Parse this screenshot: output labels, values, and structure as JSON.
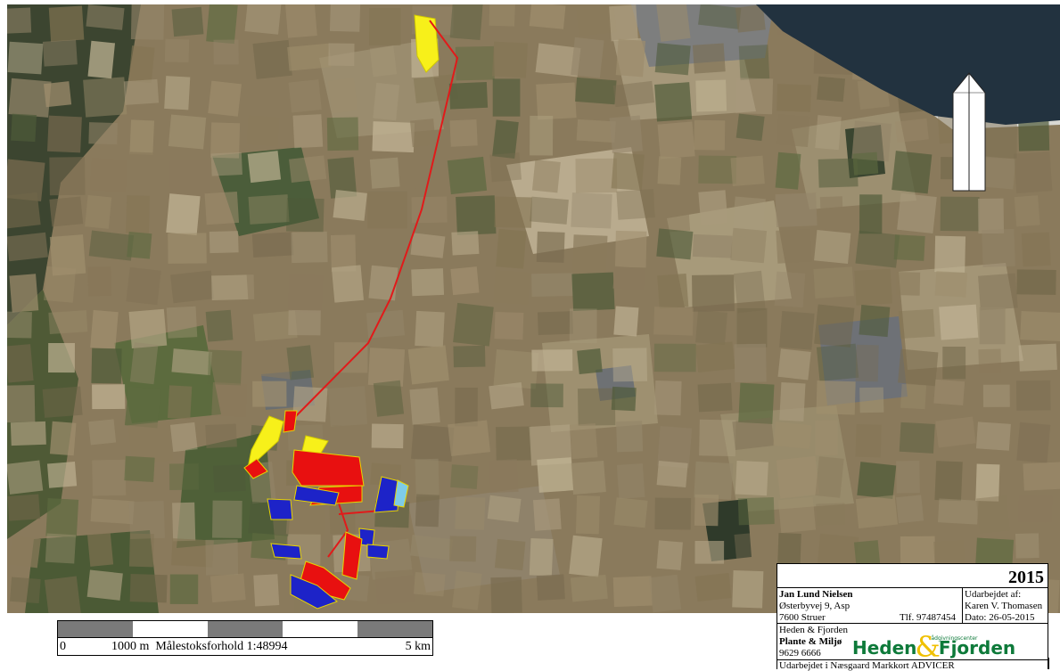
{
  "map": {
    "imagery": "aerial-satellite",
    "route_color": "#e11a1a",
    "field_colors": {
      "yellow": "#f7f01a",
      "red": "#e81010",
      "blue": "#1d23c8",
      "light_blue": "#7ecbe8",
      "field_border": "#e8d400"
    }
  },
  "north_arrow": {
    "icon": "north-arrow-icon"
  },
  "scale_bar": {
    "label_zero": "0",
    "label_mid": "1000 m  Målestoksforhold 1:48994",
    "label_end": "5 km"
  },
  "title_block": {
    "year": "2015",
    "owner_name": "Jan Lund Nielsen",
    "owner_address": "Østerbyvej 9, Asp",
    "owner_city": "7600 Struer",
    "owner_phone": "Tlf. 97487454",
    "prepared_by_label": "Udarbejdet af:",
    "prepared_by_name": "Karen V. Thomasen",
    "date": "Dato: 26-05-2015",
    "org_line1": "Heden & Fjorden",
    "org_line2": "Plante & Miljø",
    "org_phone": "9629 6666",
    "logo_word1": "Heden",
    "logo_amp": "&",
    "logo_word2": "Fjorden",
    "logo_tagline": "rådgivningscenter",
    "footer": "Udarbejdet i Næsgaard Markkort ADVICER"
  }
}
